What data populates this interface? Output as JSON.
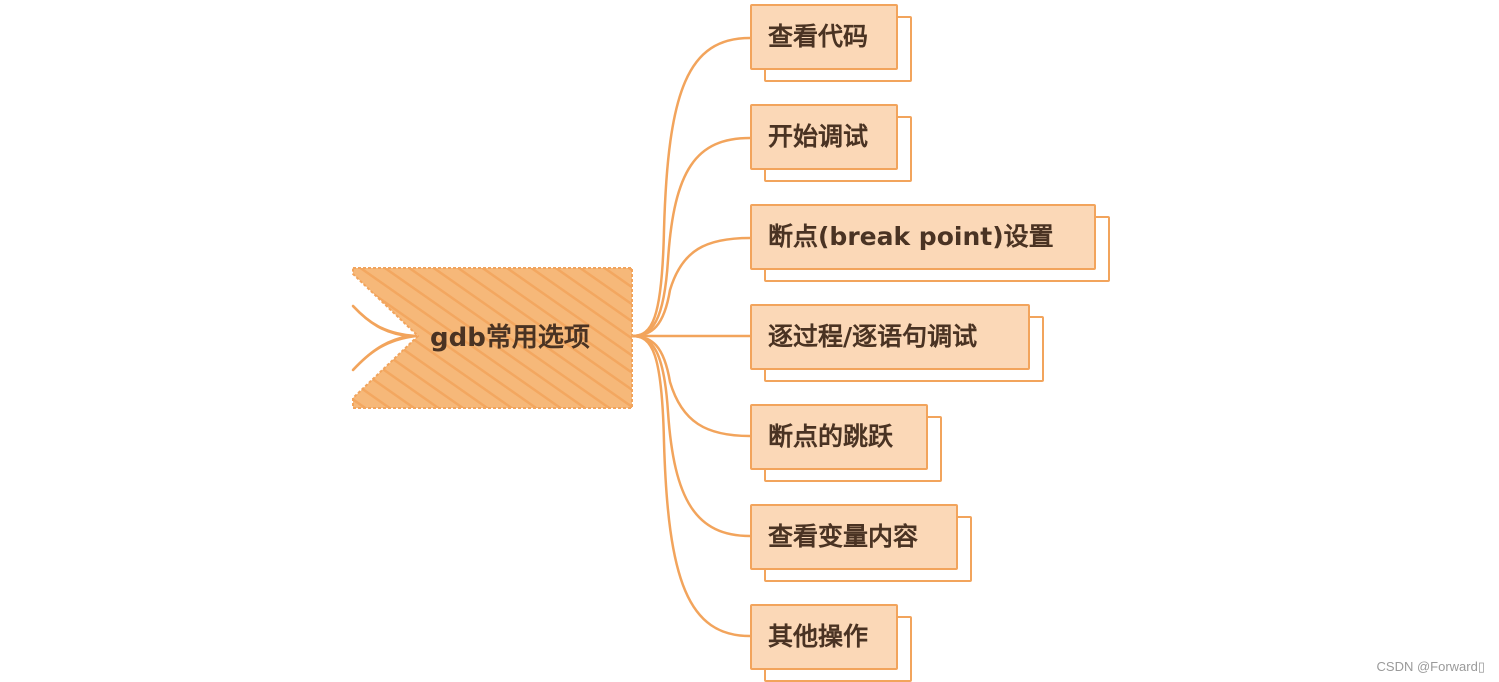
{
  "diagram": {
    "type": "mind-map",
    "colors": {
      "accent": "#f2a45c",
      "node_fill": "#fbd8b7",
      "central_fill": "#f5b574",
      "text": "#4a3323"
    },
    "root": {
      "label": "gdb常用选项"
    },
    "branches": [
      {
        "label": "查看代码"
      },
      {
        "label": "开始调试"
      },
      {
        "label": "断点(break point)设置"
      },
      {
        "label": "逐过程/逐语句调试"
      },
      {
        "label": "断点的跳跃"
      },
      {
        "label": "查看变量内容"
      },
      {
        "label": "其他操作"
      }
    ]
  },
  "watermark": "CSDN @Forward▯"
}
